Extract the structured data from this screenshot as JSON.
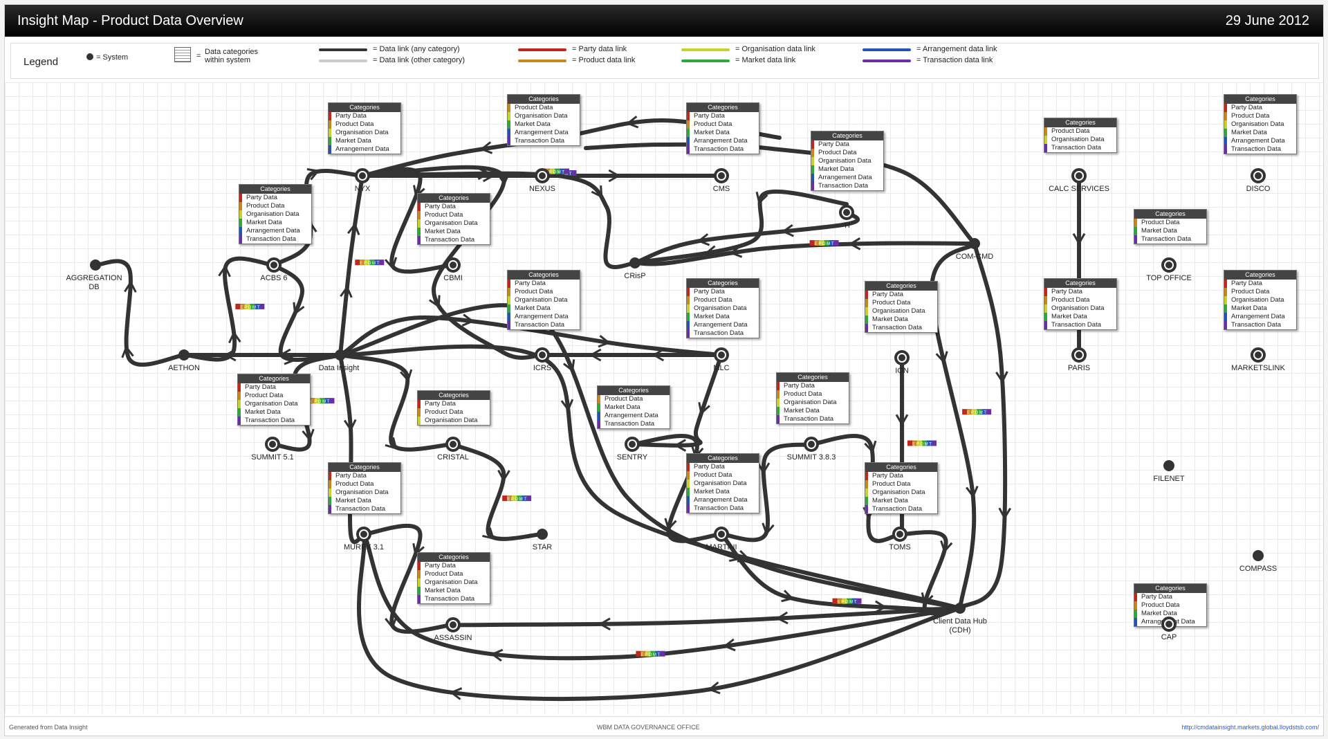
{
  "header": {
    "title": "Insight Map - Product Data Overview",
    "date": "29 June 2012"
  },
  "legend": {
    "title": "Legend",
    "system": "= System",
    "categories_line1": "Data categories",
    "categories_line2": "within system",
    "eq": "=",
    "link_any": "= Data link (any category)",
    "link_other": "= Data link (other category)",
    "party": "= Party data link",
    "product": "= Product data link",
    "organisation": "= Organisation data link",
    "market": "= Market data link",
    "arrangement": "= Arrangement data link",
    "transaction": "= Transaction data link"
  },
  "colors": {
    "party": "#c0271f",
    "product": "#c8861f",
    "organisation": "#c9d22a",
    "market": "#2ea83a",
    "arrangement": "#2652b8",
    "transaction": "#6a2fa6",
    "link": "#333333",
    "link_other": "#cfcfcf"
  },
  "category_header": "Categories",
  "categories": {
    "P": "Party Data",
    "R": "Product Data",
    "O": "Organisation Data",
    "M": "Market Data",
    "A": "Arrangement Data",
    "T": "Transaction Data"
  },
  "tag_letters": "E P O M T",
  "nodes": [
    {
      "id": "nyx",
      "label": "NYX",
      "cats": [
        "P",
        "R",
        "O",
        "M",
        "A"
      ]
    },
    {
      "id": "nexus",
      "label": "NEXUS",
      "cats": [
        "R",
        "O",
        "M",
        "A",
        "T"
      ]
    },
    {
      "id": "cms",
      "label": "CMS",
      "cats": [
        "P",
        "R",
        "M",
        "A",
        "T"
      ]
    },
    {
      "id": "ti",
      "label": "TI",
      "cats": [
        "P",
        "R",
        "O",
        "M",
        "A",
        "T"
      ]
    },
    {
      "id": "calc",
      "label": "CALC SERVICES",
      "cats": [
        "R",
        "O",
        "T"
      ]
    },
    {
      "id": "disco",
      "label": "DISCO",
      "cats": [
        "P",
        "R",
        "O",
        "M",
        "A",
        "T"
      ]
    },
    {
      "id": "acbs",
      "label": "ACBS 6",
      "cats": [
        "P",
        "R",
        "O",
        "M",
        "A",
        "T"
      ]
    },
    {
      "id": "cbmi",
      "label": "CBMI",
      "cats": [
        "P",
        "R",
        "O",
        "M",
        "T"
      ]
    },
    {
      "id": "crisp",
      "label": "CRisP",
      "cats": []
    },
    {
      "id": "comcmd",
      "label": "COM-CMD",
      "cats": []
    },
    {
      "id": "topoffice",
      "label": "TOP OFFICE",
      "cats": [
        "R",
        "M",
        "T"
      ]
    },
    {
      "id": "aggregation",
      "label": "AGGREGATION DB",
      "cats": []
    },
    {
      "id": "aethon",
      "label": "AETHON",
      "cats": []
    },
    {
      "id": "datainsight",
      "label": "Data Insight",
      "cats": []
    },
    {
      "id": "icrs",
      "label": "ICRS",
      "cats": [
        "P",
        "R",
        "O",
        "M",
        "A",
        "T"
      ]
    },
    {
      "id": "mlc",
      "label": "MLC",
      "cats": [
        "P",
        "R",
        "O",
        "M",
        "A",
        "T"
      ]
    },
    {
      "id": "ion",
      "label": "ION",
      "cats": [
        "P",
        "R",
        "O",
        "M",
        "T"
      ]
    },
    {
      "id": "paris",
      "label": "PARIS",
      "cats": [
        "P",
        "R",
        "O",
        "M",
        "T"
      ]
    },
    {
      "id": "marketslink",
      "label": "MARKETSLINK",
      "cats": [
        "P",
        "R",
        "O",
        "M",
        "A",
        "T"
      ]
    },
    {
      "id": "summit51",
      "label": "SUMMIT 5.1",
      "cats": [
        "P",
        "R",
        "O",
        "M",
        "T"
      ]
    },
    {
      "id": "cristal",
      "label": "CRISTAL",
      "cats": [
        "P",
        "R",
        "O"
      ]
    },
    {
      "id": "sentry",
      "label": "SENTRY",
      "cats": [
        "R",
        "M",
        "A",
        "T"
      ]
    },
    {
      "id": "summit383",
      "label": "SUMMIT 3.8.3",
      "cats": [
        "P",
        "R",
        "O",
        "M",
        "T"
      ]
    },
    {
      "id": "filenet",
      "label": "FILENET",
      "cats": []
    },
    {
      "id": "murex",
      "label": "MUREX 3.1",
      "cats": [
        "P",
        "R",
        "O",
        "M",
        "T"
      ]
    },
    {
      "id": "star",
      "label": "STAR",
      "cats": []
    },
    {
      "id": "martini",
      "label": "MARTINI",
      "cats": [
        "P",
        "R",
        "O",
        "M",
        "A",
        "T"
      ]
    },
    {
      "id": "toms",
      "label": "TOMS",
      "cats": [
        "P",
        "R",
        "O",
        "M",
        "T"
      ]
    },
    {
      "id": "compass",
      "label": "COMPASS",
      "cats": []
    },
    {
      "id": "assassin",
      "label": "ASSASSIN",
      "cats": [
        "P",
        "R",
        "O",
        "M",
        "T"
      ]
    },
    {
      "id": "cdh",
      "label": "Client Data Hub (CDH)",
      "cats": []
    },
    {
      "id": "cap",
      "label": "CAP",
      "cats": [
        "P",
        "R",
        "M",
        "A"
      ]
    }
  ],
  "footer": {
    "left": "Generated from Data Insight",
    "center": "WBM DATA GOVERNANCE OFFICE",
    "right": "http://cmdatainsight.markets.global.lloydstsb.com/"
  }
}
